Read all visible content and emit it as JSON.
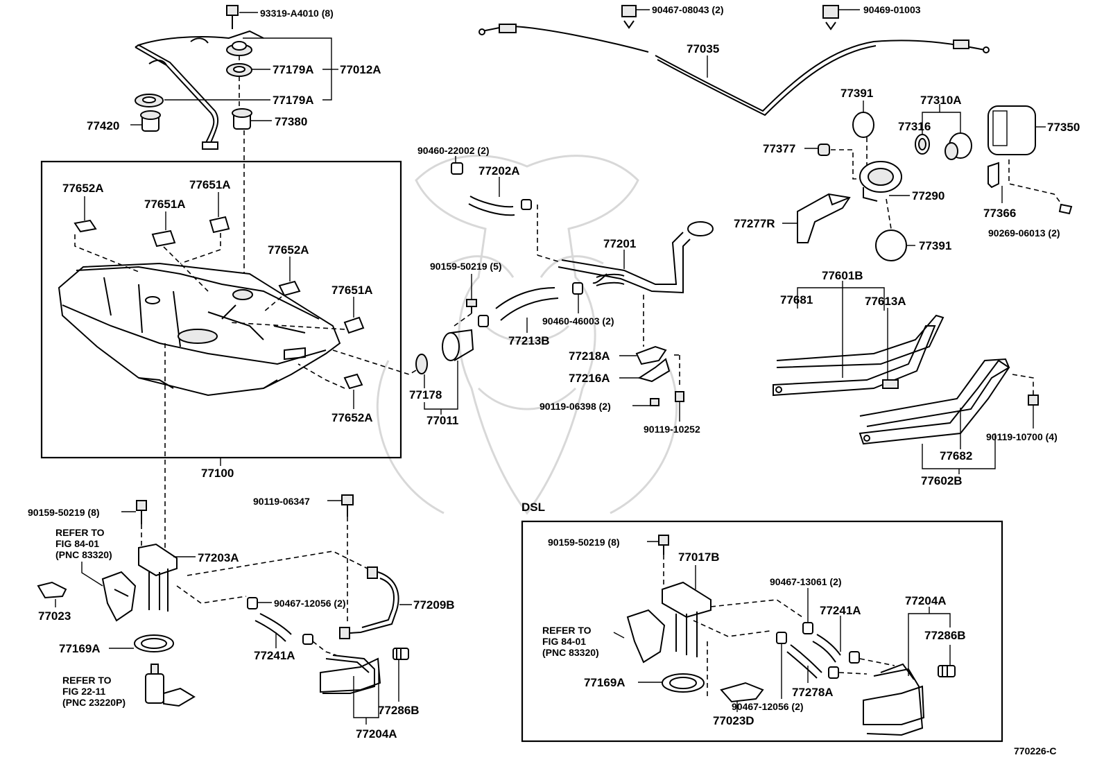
{
  "diagram_id": "770226-C",
  "dsl_label": "DSL",
  "refer_notes": {
    "a_line1": "REFER TO",
    "a_line2": "FIG 84-01",
    "a_line3": "(PNC 83320)",
    "b_line1": "REFER TO",
    "b_line2": "FIG 22-11",
    "b_line3": "(PNC 23220P)",
    "c_line1": "REFER TO",
    "c_line2": "FIG 84-01",
    "c_line3": "(PNC 83320)"
  },
  "parts": {
    "p93319": "93319-A4010 (8)",
    "p77179a_1": "77179A",
    "p77012a": "77012A",
    "p77179a_2": "77179A",
    "p77420": "77420",
    "p77380": "77380",
    "p77652a_1": "77652A",
    "p77651a_1": "77651A",
    "p77651a_2": "77651A",
    "p77652a_2": "77652A",
    "p77651a_3": "77651A",
    "p77652a_3": "77652A",
    "p77100": "77100",
    "p90467_08043": "90467-08043 (2)",
    "p90469_01003": "90469-01003",
    "p77035": "77035",
    "p90460_22002": "90460-22002 (2)",
    "p77202a": "77202A",
    "p77201": "77201",
    "p90159_50219_5": "90159-50219 (5)",
    "p77213b": "77213B",
    "p90460_46003": "90460-46003 (2)",
    "p77218a": "77218A",
    "p77216a": "77216A",
    "p90119_06398": "90119-06398 (2)",
    "p90119_10252": "90119-10252",
    "p77178": "77178",
    "p77011": "77011",
    "p77391_1": "77391",
    "p77310a": "77310A",
    "p77316": "77316",
    "p77350": "77350",
    "p77377": "77377",
    "p77290": "77290",
    "p77277r": "77277R",
    "p77391_2": "77391",
    "p77366": "77366",
    "p90269_06013": "90269-06013 (2)",
    "p77601b": "77601B",
    "p77681": "77681",
    "p77613a": "77613A",
    "p90119_10700": "90119-10700 (4)",
    "p77682": "77682",
    "p77602b": "77602B",
    "p90159_50219_8a": "90159-50219 (8)",
    "p77203a": "77203A",
    "p77023": "77023",
    "p90119_06347": "90119-06347",
    "p90467_12056_a": "90467-12056 (2)",
    "p77209b": "77209B",
    "p77169a_1": "77169A",
    "p77241a_1": "77241A",
    "p77286b_1": "77286B",
    "p77204a_1": "77204A",
    "p90159_50219_8b": "90159-50219 (8)",
    "p77017b": "77017B",
    "p90467_13061": "90467-13061 (2)",
    "p77241a_2": "77241A",
    "p77204a_2": "77204A",
    "p77286b_2": "77286B",
    "p77169a_2": "77169A",
    "p77278a": "77278A",
    "p77023d": "77023D",
    "p90467_12056_b": "90467-12056 (2)"
  }
}
